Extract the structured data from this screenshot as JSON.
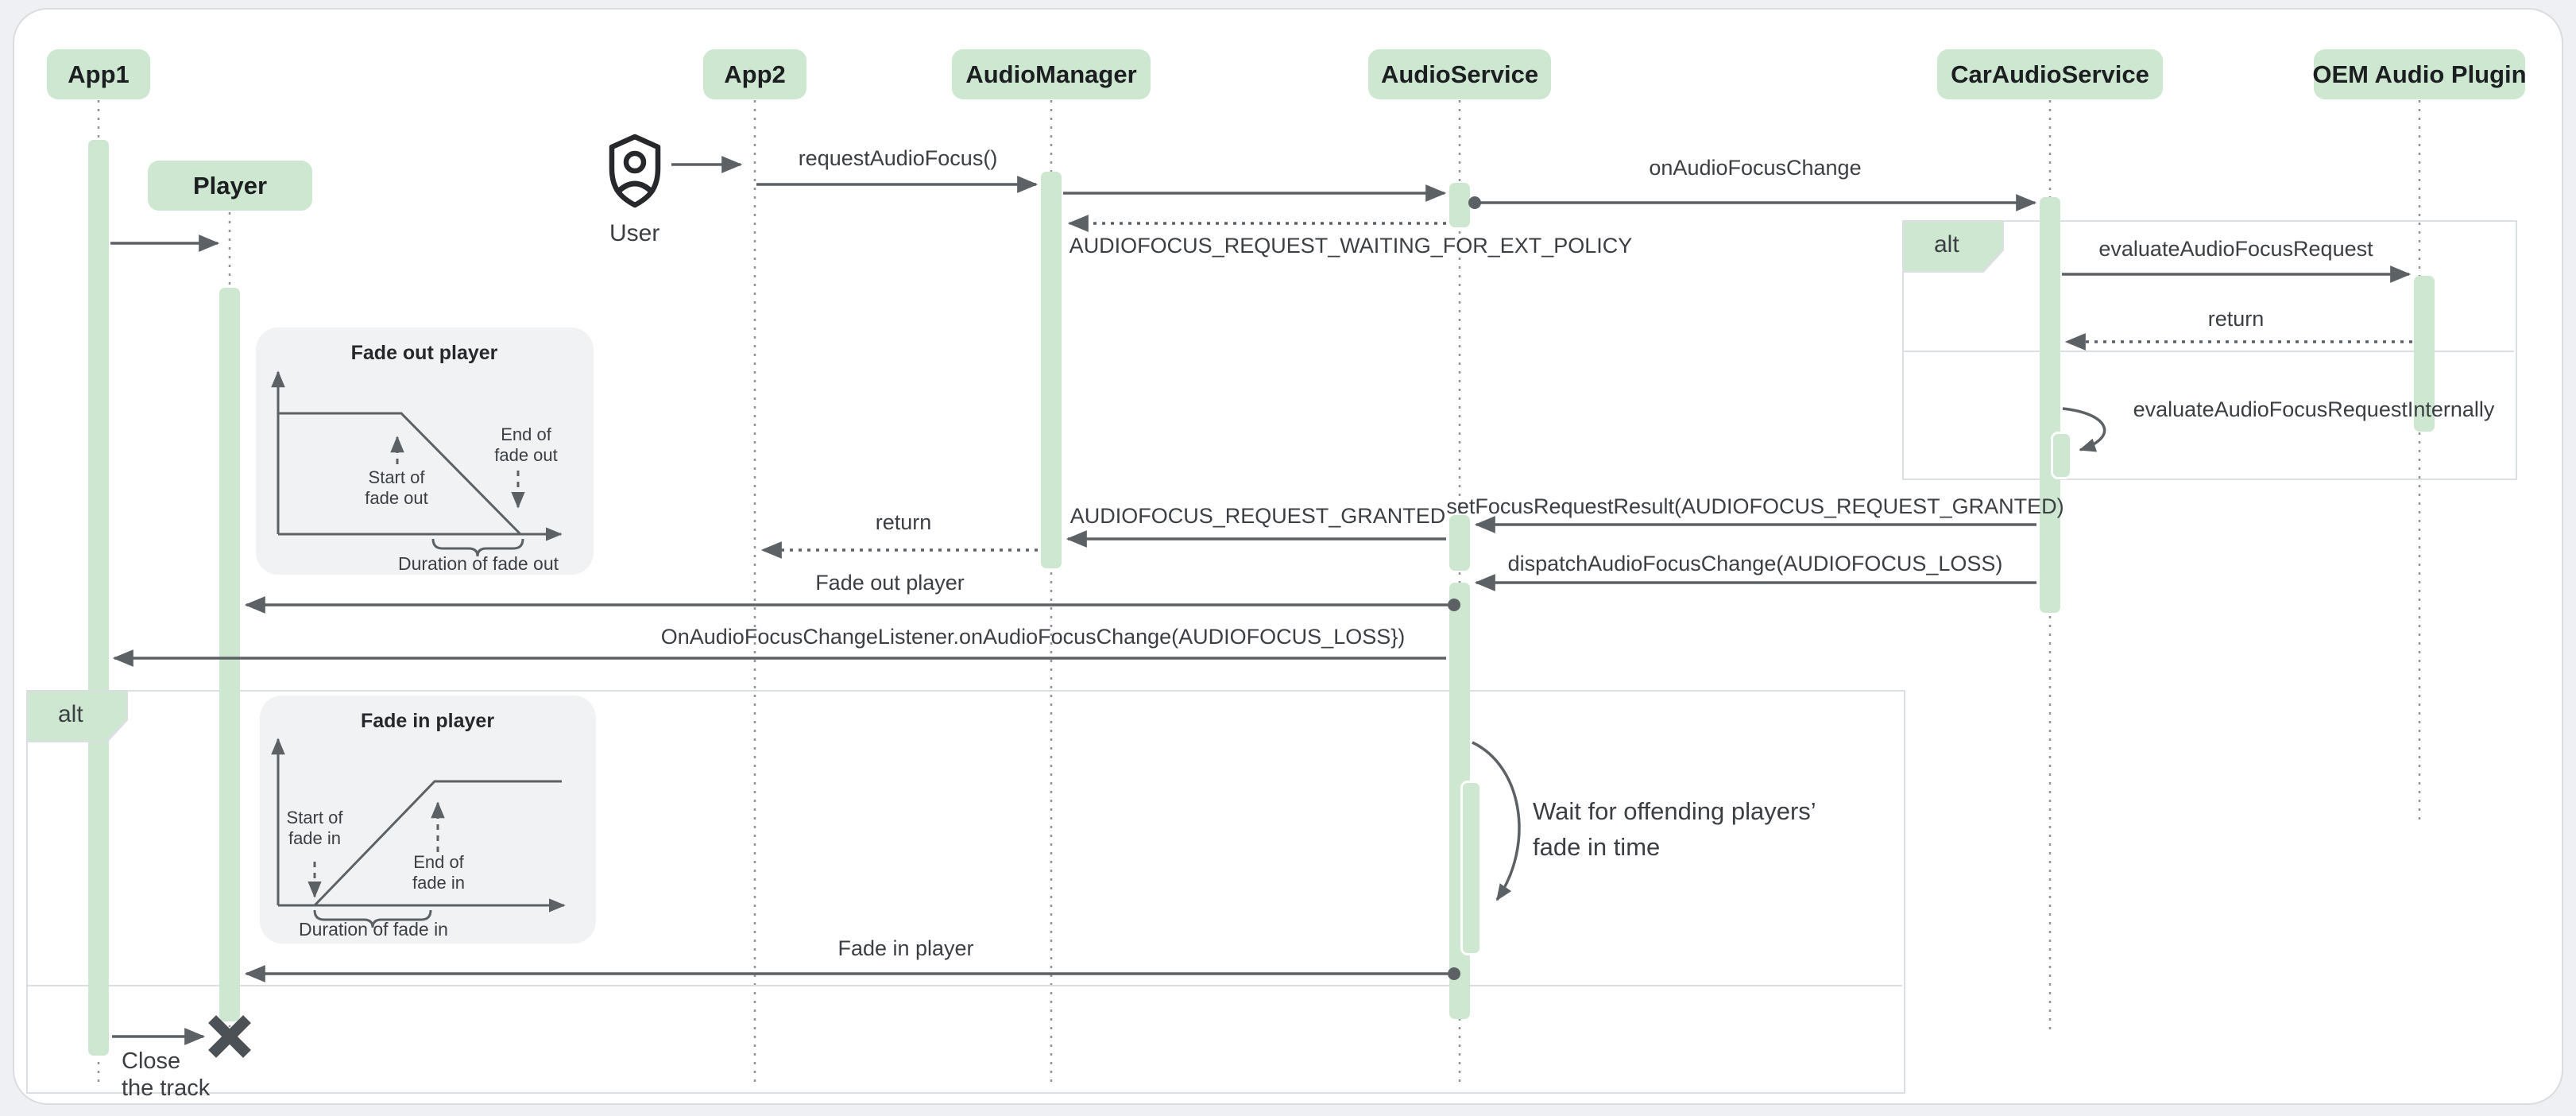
{
  "diagram": {
    "participants": [
      {
        "label": "App1"
      },
      {
        "label": "Player"
      },
      {
        "label": "App2"
      },
      {
        "label": "AudioManager"
      },
      {
        "label": "AudioService"
      },
      {
        "label": "CarAudioService"
      },
      {
        "label": "OEM Audio Plugin"
      }
    ],
    "user": {
      "label": "User",
      "icon": "shield-person-icon"
    },
    "fragments": {
      "alt_focus_label": "alt",
      "alt_fade_label": "alt"
    },
    "messages": {
      "request_audio_focus": "requestAudioFocus()",
      "on_audio_focus_change": "onAudioFocusChange",
      "waiting_for_ext_policy": "AUDIOFOCUS_REQUEST_WAITING_FOR_EXT_POLICY",
      "evaluate_audio_focus_request": "evaluateAudioFocusRequest",
      "return_oem": "return",
      "evaluate_audio_focus_request_internally": "evaluateAudioFocusRequestInternally",
      "set_focus_request_result": "setFocusRequestResult(AUDIOFOCUS_REQUEST_GRANTED)",
      "audiofocus_request_granted": "AUDIOFOCUS_REQUEST_GRANTED",
      "return_app2": "return",
      "dispatch_audio_focus_change": "dispatchAudioFocusChange(AUDIOFOCUS_LOSS)",
      "fade_out_player": "Fade out player",
      "on_audio_focus_change_listener": "OnAudioFocusChangeListener.onAudioFocusChange(AUDIOFOCUS_LOSS})",
      "fade_in_player": "Fade in player"
    },
    "notes": {
      "wait_line1": "Wait for offending players’",
      "wait_line2": "fade in time",
      "close_line1": "Close",
      "close_line2": "the track"
    },
    "insets": {
      "fade_out": {
        "title": "Fade out player",
        "start_line1": "Start of",
        "start_line2": "fade out",
        "end_line1": "End of",
        "end_line2": "fade out",
        "duration": "Duration of fade out"
      },
      "fade_in": {
        "title": "Fade in player",
        "start_line1": "Start of",
        "start_line2": "fade in",
        "end_line1": "End of",
        "end_line2": "fade in",
        "duration": "Duration of fade in"
      }
    },
    "colors": {
      "accent_green": "#cde7d0",
      "line": "#5c6165",
      "text": "#3b3f43",
      "lifeline": "#8f959b",
      "inset_bg": "#f0f2f4",
      "fragment_border": "#dcdfe2",
      "card_border": "#dadce0",
      "page_bg": "#eef0f3"
    }
  }
}
